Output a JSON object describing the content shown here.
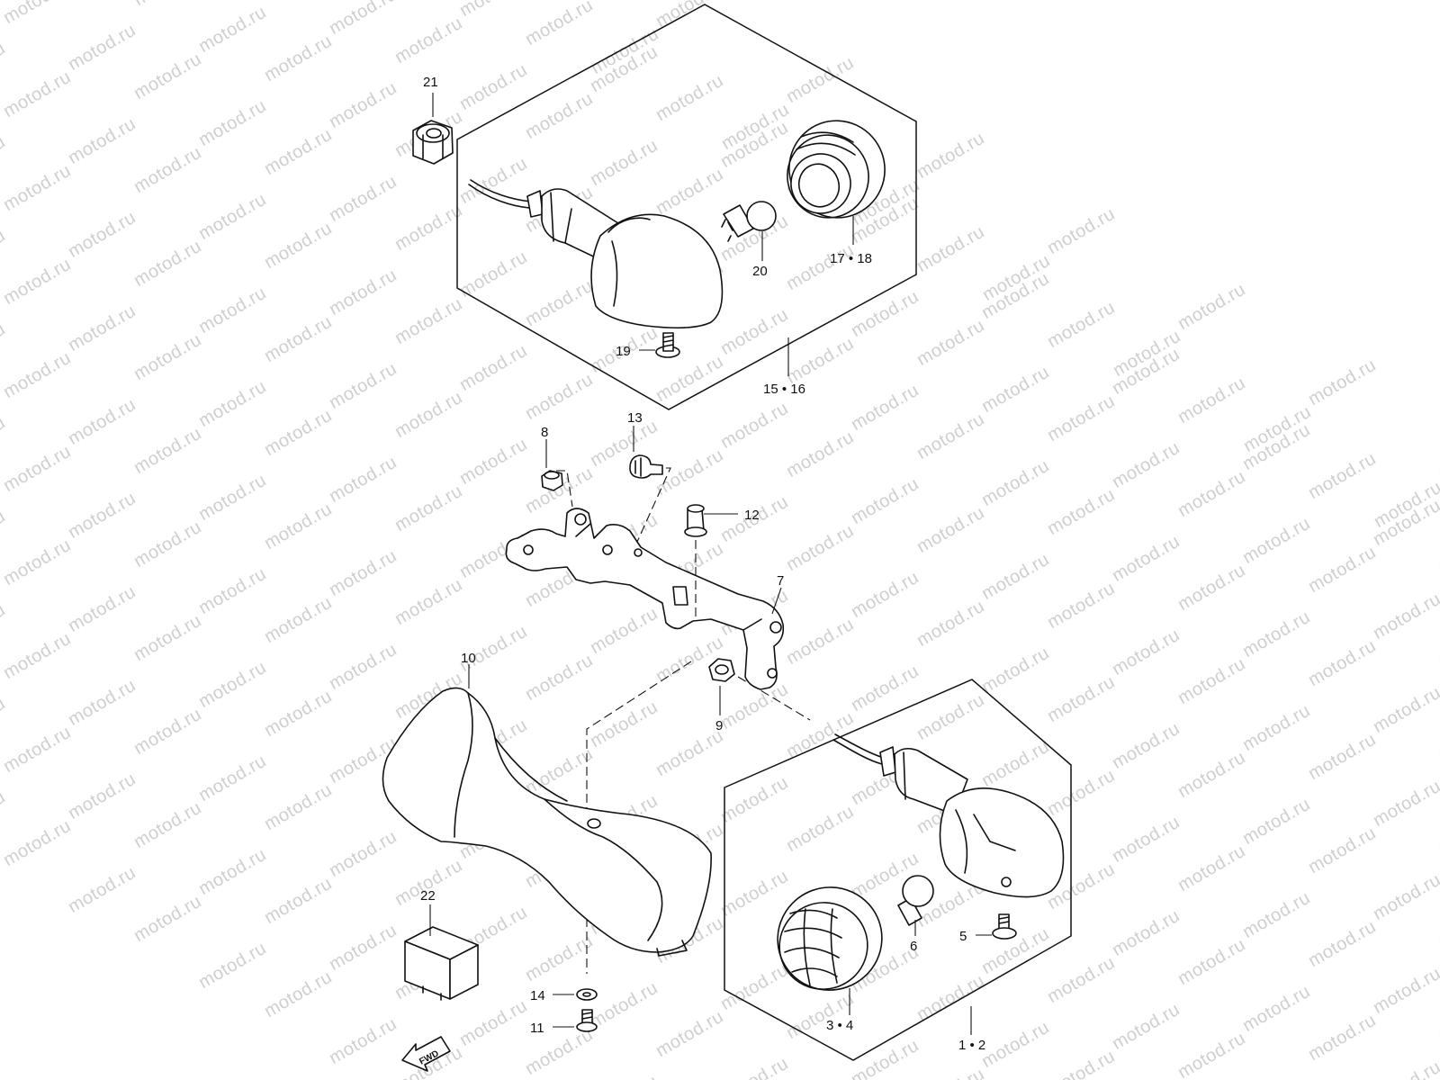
{
  "watermark": "motod.ru",
  "fwd_label": "FWD",
  "callouts": {
    "c21": "21",
    "c20": "20",
    "c17_18": "17 • 18",
    "c19": "19",
    "c15_16": "15 • 16",
    "c8": "8",
    "c13": "13",
    "c12": "12",
    "c7": "7",
    "c10": "10",
    "c9": "9",
    "c22": "22",
    "c6": "6",
    "c5": "5",
    "c14": "14",
    "c11": "11",
    "c3_4": "3 • 4",
    "c1_2": "1 • 2"
  }
}
